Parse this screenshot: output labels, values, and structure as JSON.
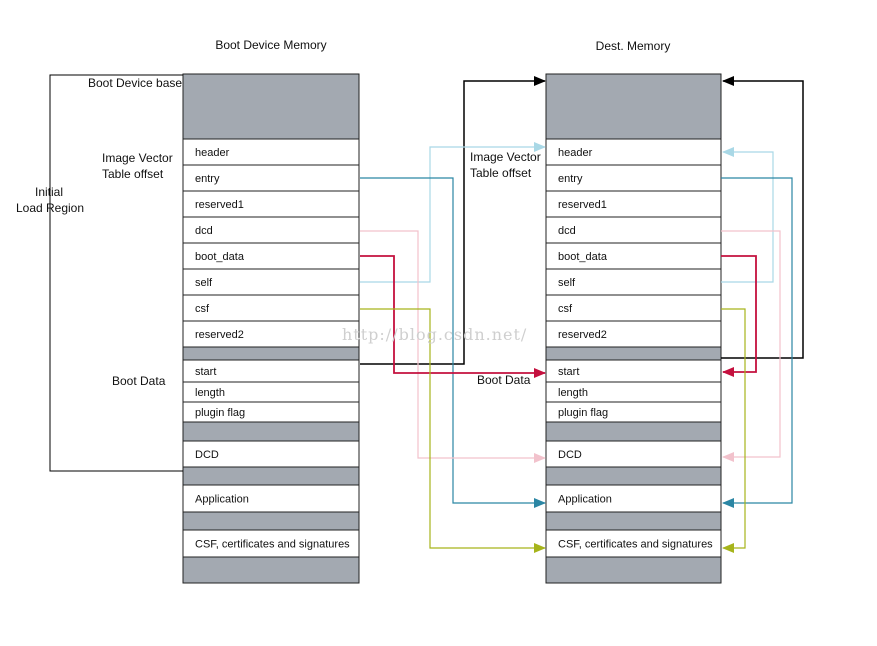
{
  "left": {
    "title": "Boot Device Memory",
    "labels": {
      "base": "Boot Device base",
      "ivt_line1": "Image Vector",
      "ivt_line2": "Table offset",
      "boot_data": "Boot Data",
      "region_line1": "Initial",
      "region_line2": "Load Region"
    }
  },
  "right": {
    "title": "Dest. Memory",
    "labels": {
      "ivt_line1": "Image Vector",
      "ivt_line2": "Table offset",
      "boot_data": "Boot Data"
    }
  },
  "rows": [
    {
      "id": "top",
      "label": "",
      "shaded": true
    },
    {
      "id": "header",
      "label": "header",
      "shaded": false
    },
    {
      "id": "entry",
      "label": "entry",
      "shaded": false
    },
    {
      "id": "reserved1",
      "label": "reserved1",
      "shaded": false
    },
    {
      "id": "dcd",
      "label": "dcd",
      "shaded": false
    },
    {
      "id": "boot_data",
      "label": "boot_data",
      "shaded": false
    },
    {
      "id": "self",
      "label": "self",
      "shaded": false
    },
    {
      "id": "csf",
      "label": "csf",
      "shaded": false
    },
    {
      "id": "reserved2",
      "label": "reserved2",
      "shaded": false
    },
    {
      "id": "gap1",
      "label": "",
      "shaded": true
    },
    {
      "id": "start",
      "label": "start",
      "shaded": false
    },
    {
      "id": "length",
      "label": "length",
      "shaded": false
    },
    {
      "id": "plugin_flag",
      "label": "plugin flag",
      "shaded": false
    },
    {
      "id": "gap2",
      "label": "",
      "shaded": true
    },
    {
      "id": "DCD",
      "label": "DCD",
      "shaded": false
    },
    {
      "id": "gap3",
      "label": "",
      "shaded": true
    },
    {
      "id": "application",
      "label": "Application",
      "shaded": false
    },
    {
      "id": "gap4",
      "label": "",
      "shaded": true
    },
    {
      "id": "csf_block",
      "label": "CSF, certificates and signatures",
      "shaded": false
    },
    {
      "id": "gap5",
      "label": "",
      "shaded": true
    }
  ],
  "watermark": "http://blog.csdn.net/",
  "colors": {
    "shade": "#a3a9b1",
    "border": "#222222",
    "arrow_black": "#000000",
    "arrow_lightblue": "#a9d8e6",
    "arrow_teal": "#2b86a4",
    "arrow_pink": "#f2c2cc",
    "arrow_red": "#c4103e",
    "arrow_olive": "#a6b41b"
  }
}
